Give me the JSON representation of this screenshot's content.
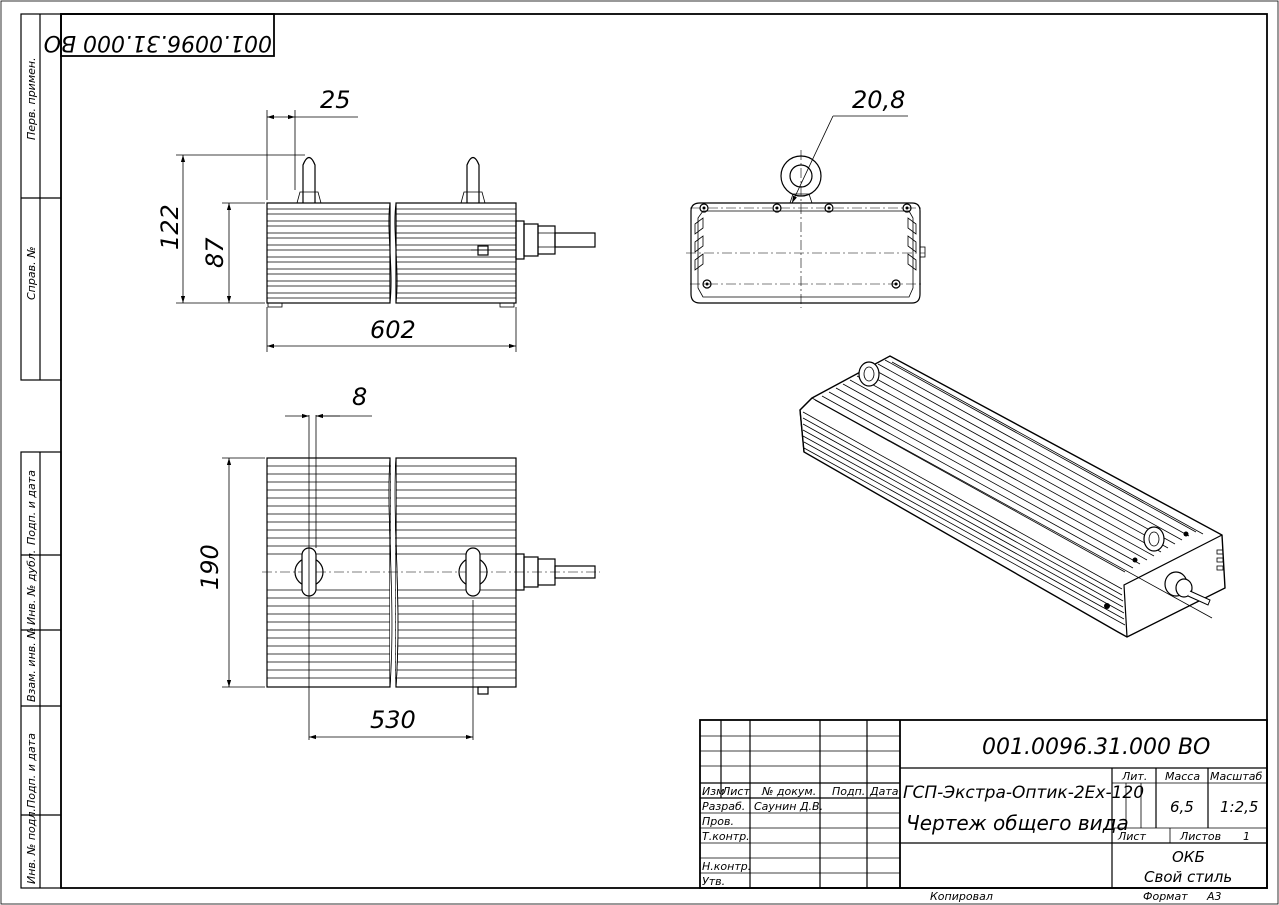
{
  "drawing": {
    "code": "001.0096.31.000 ВО",
    "code_mirrored": "001.0096.31.000 ВО",
    "title_line1": "ГСП-Экстра-Оптик-2Ех-120",
    "title_line2": "Чертеж общего вида",
    "organization_line1": "ОКБ",
    "organization_line2": "Свой стиль",
    "copied_label": "Копировал",
    "format_label": "Формат",
    "format_value": "А3"
  },
  "dimensions": {
    "handle_width": "25",
    "overall_height": "122",
    "body_height": "87",
    "length": "602",
    "eye_diameter": "20,8",
    "slot_width": "8",
    "width": "190",
    "handle_spacing": "530"
  },
  "side_stamp": {
    "perv_primen": "Перв. примен.",
    "sprav_no": "Справ. №",
    "podp_data_1": "Подп. и дата",
    "inv_dubl": "Инв. № дубл.",
    "vzam_inv": "Взам. инв. №",
    "podp_data_2": "Подп. и дата",
    "inv_podl": "Инв. № подл."
  },
  "title_block": {
    "col_izm": "Изм",
    "col_list": "Лист",
    "col_docum": "№ докум.",
    "col_podp": "Подп.",
    "col_data": "Дата",
    "row_razrab": "Разраб.",
    "razrab_name": "Саунин Д.В.",
    "row_prov": "Пров.",
    "row_tkontr": "Т.контр.",
    "row_nkontr": "Н.контр.",
    "row_utv": "Утв.",
    "lit_label": "Лит.",
    "massa_label": "Масса",
    "masshtab_label": "Масштаб",
    "massa_value": "6,5",
    "masshtab_value": "1:2,5",
    "list_label": "Лист",
    "listov_label": "Листов",
    "listov_value": "1"
  }
}
